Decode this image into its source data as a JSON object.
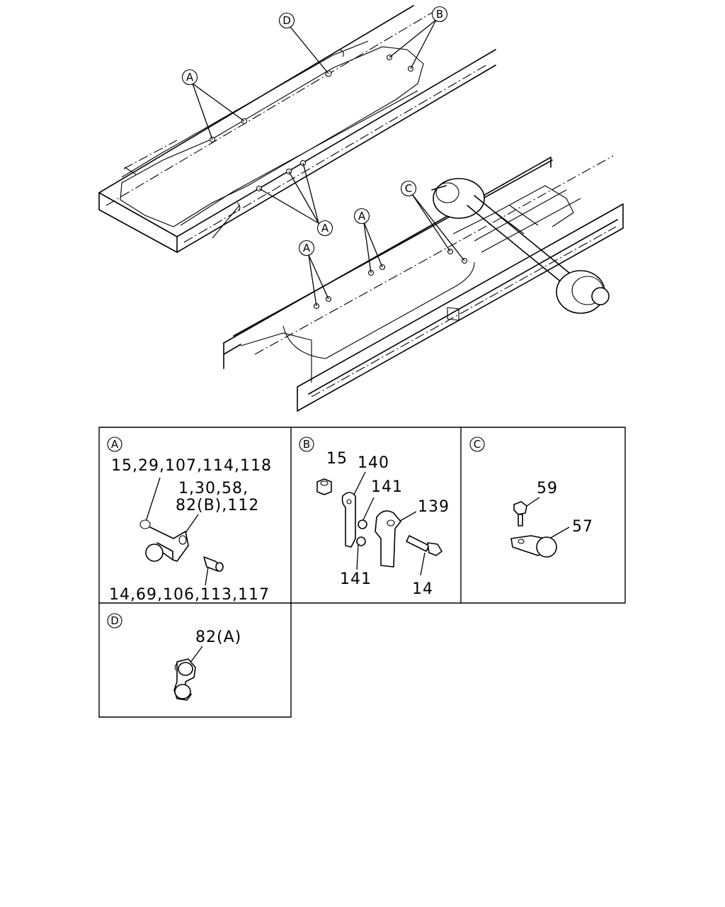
{
  "callouts": {
    "d_top": "D",
    "b_top": "B",
    "a_top_left": "A",
    "a_mid": "A",
    "c_right": "C",
    "a_lower_mid": "A",
    "a_lower_left": "A"
  },
  "details": {
    "A": {
      "tag": "A",
      "labels": [
        "15,29,107,114,118",
        "1,30,58,",
        "82(B),112",
        "14,69,106,113,117"
      ]
    },
    "B": {
      "tag": "B",
      "labels": [
        "15",
        "140",
        "141",
        "139",
        "141",
        "14"
      ]
    },
    "C": {
      "tag": "C",
      "labels": [
        "59",
        "57"
      ]
    },
    "D": {
      "tag": "D",
      "labels": [
        "82(A)"
      ]
    }
  }
}
